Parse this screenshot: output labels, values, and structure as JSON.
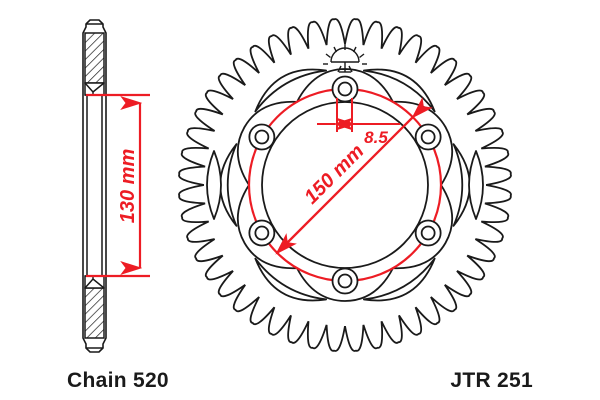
{
  "drawing": {
    "type": "technical-drawing",
    "subject": "motorcycle rear sprocket",
    "background_color": "#ffffff",
    "line_color": "#1a1a1a",
    "accent_color": "#ED1C24"
  },
  "labels": {
    "chain": "Chain 520",
    "part_number": "JTR 251"
  },
  "dimensions": {
    "outer_diameter": {
      "value": "130",
      "unit": "mm",
      "text": "130 mm",
      "view": "side-section",
      "orientation": "vertical"
    },
    "bolt_circle": {
      "value": "150",
      "unit": "mm",
      "text": "150 mm",
      "view": "front",
      "orientation": "diagonal"
    },
    "bolt_hole": {
      "value": "8.5",
      "unit": "",
      "text": "8.5",
      "view": "front",
      "orientation": "horizontal"
    }
  },
  "front_view": {
    "teeth_count": 48,
    "bolt_hole_count": 6,
    "cutout_count": 6,
    "icons": {
      "countersink": "sunburst-icon"
    }
  },
  "side_view": {
    "description": "thin cross-section profile with hatched tooth areas"
  }
}
